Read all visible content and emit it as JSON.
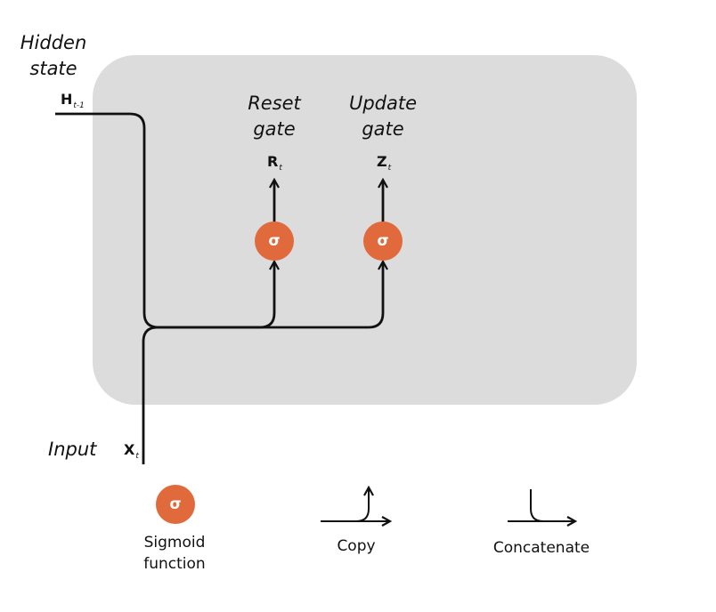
{
  "colors": {
    "cell_bg": "#dcdcdc",
    "sigma_fill": "#e06a3c",
    "line": "#111111"
  },
  "labels": {
    "hidden_state": "Hidden state",
    "input": "Input",
    "reset_gate": "Reset gate",
    "update_gate": "Update gate"
  },
  "vars": {
    "h": {
      "main": "H",
      "sub": "t-1"
    },
    "x": {
      "main": "X",
      "sub": "t"
    },
    "r": {
      "main": "R",
      "sub": "t"
    },
    "z": {
      "main": "Z",
      "sub": "t"
    }
  },
  "sigma": "σ",
  "legend": {
    "sigmoid": "Sigmoid function",
    "copy": "Copy",
    "concatenate": "Concatenate"
  }
}
